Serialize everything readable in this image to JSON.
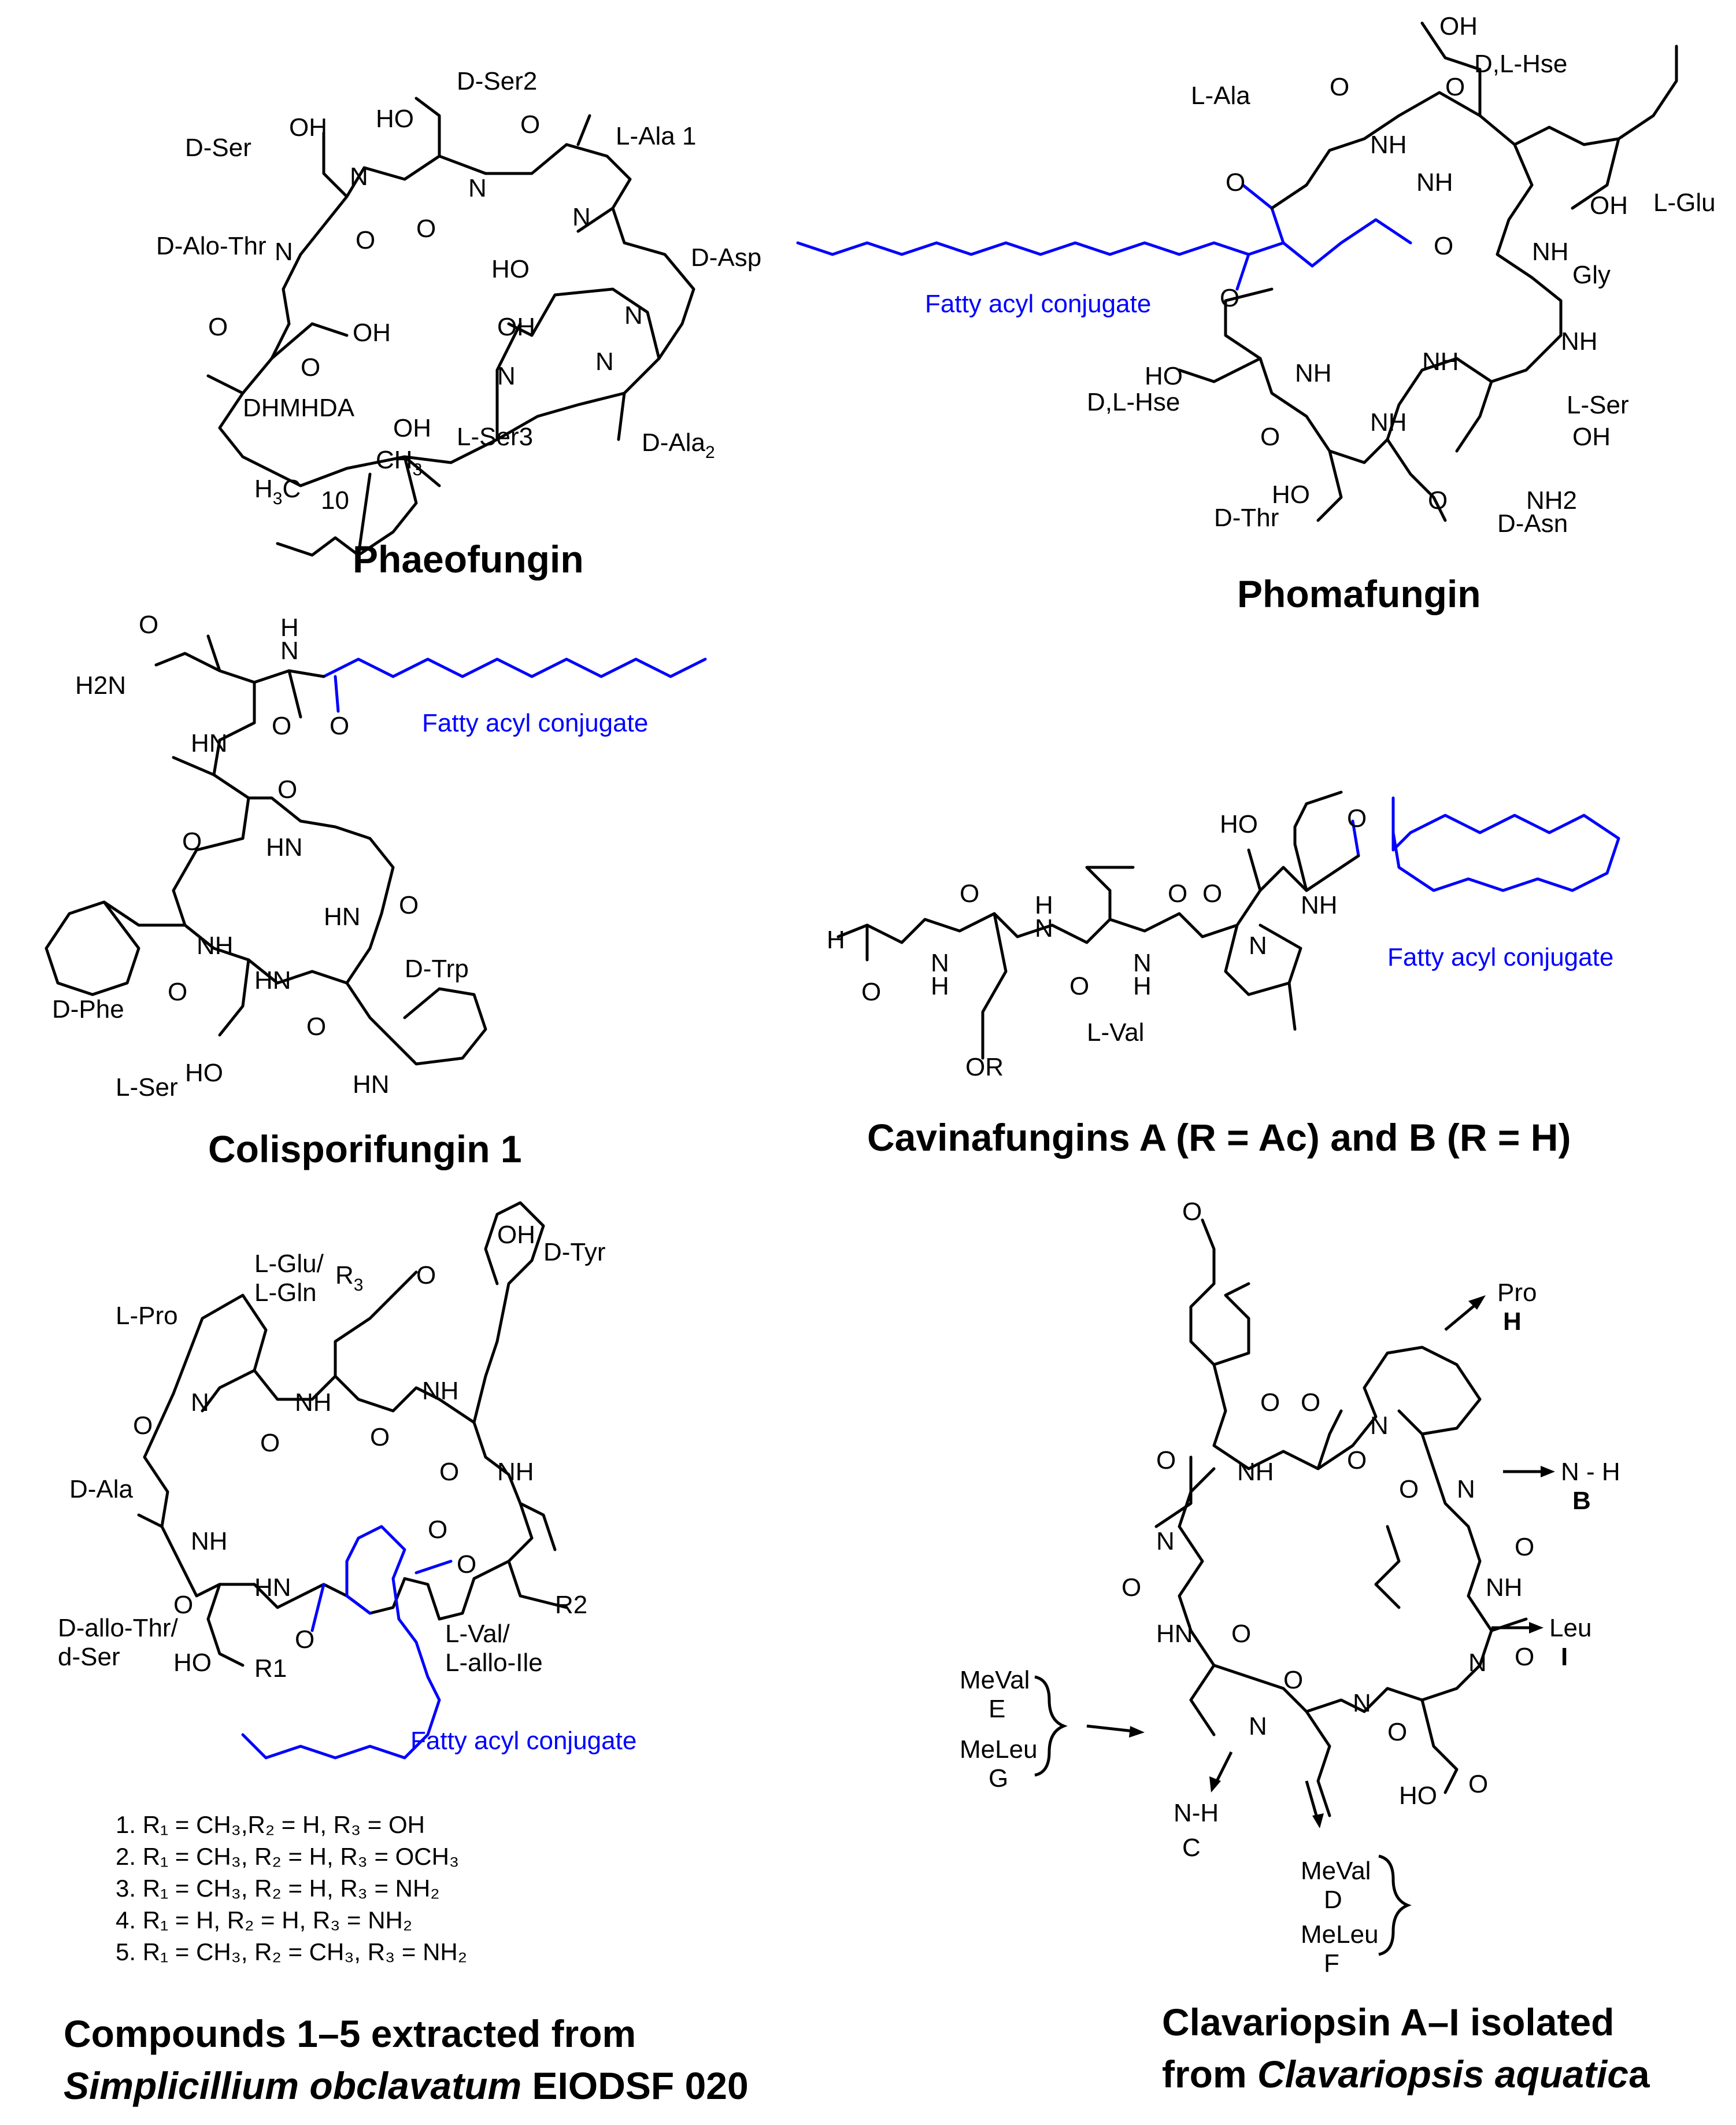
{
  "colors": {
    "fatty_acyl": "#0000ff",
    "bond": "#000000",
    "text": "#000000"
  },
  "panels": {
    "phaeofungin": {
      "title": "Phaeofungin",
      "residues": [
        "D-Ser2",
        "L-Ala 1",
        "D-Ser",
        "D-Alo-Thr",
        "D-Asp",
        "DHMHDA",
        "L-Ser3",
        "D-Ala",
        "2"
      ],
      "atoms": [
        "OH",
        "HO",
        "N",
        "H",
        "O",
        "HO",
        "OH",
        "CH",
        "3",
        "H",
        "C",
        "10"
      ]
    },
    "phomafungin": {
      "title": "Phomafungin",
      "residues": [
        "L-Ala",
        "D,L-Hse",
        "L-Glu",
        "Gly",
        "D,L-Hse",
        "L-Ser",
        "D-Thr",
        "D-Asn"
      ],
      "atoms": [
        "OH",
        "O",
        "N",
        "H",
        "OH",
        "HO",
        "NH",
        "NH2"
      ],
      "fatty_label": "Fatty acyl conjugate"
    },
    "colisporifungin": {
      "title": "Colisporifungin 1",
      "residues": [
        "D-Trp",
        "D-Phe",
        "L-Ser"
      ],
      "atoms": [
        "H",
        "N",
        "H2N",
        "O",
        "HN",
        "HO",
        "NH"
      ],
      "fatty_label": "Fatty acyl conjugate"
    },
    "cavinafungins": {
      "title": "Cavinafungins A (R = Ac) and B (R = H)",
      "residues": [
        "L-Val"
      ],
      "atoms": [
        "HO",
        "O",
        "H",
        "N",
        "NH",
        "OR"
      ],
      "fatty_label": "Fatty acyl conjugate"
    },
    "compounds": {
      "title_line1": "Compounds 1–5 extracted from",
      "title_line2_italic": "Simplicillium obclavatum",
      "title_line2_rest": " EIODSF 020",
      "residues": [
        "OH",
        "D-Tyr",
        "L-Glu/",
        "L-Gln",
        "L-Pro",
        "D-Ala",
        "D-allo-Thr/",
        "d-Ser",
        "L-Val/",
        "L-allo-Ile"
      ],
      "atoms": [
        "R",
        "3",
        "O",
        "N",
        "NH",
        "HN",
        "HO",
        "R1",
        "R2"
      ],
      "fatty_label": "Fatty acyl conjugate",
      "legend": [
        "1.  R₁ = CH₃,R₂ = H, R₃ = OH",
        "2.  R₁ = CH₃, R₂ = H, R₃ = OCH₃",
        "3.  R₁ = CH₃, R₂ = H, R₃ = NH₂",
        "4.  R₁ = H, R₂ = H, R₃ = NH₂",
        "5.  R₁ = CH₃, R₂ = CH₃, R₃ = NH₂"
      ]
    },
    "clavariopsin": {
      "title_line1": "Clavariopsin A–I isolated",
      "title_line2_pre": "from ",
      "title_line2_italic": "Clavariopsis aquatic",
      "title_line2_rest": "a",
      "annotations": {
        "pro": "Pro",
        "h": "H",
        "nh_b": "N - H",
        "b": "B",
        "leu": "Leu",
        "i": "I",
        "meval_e": "MeVal",
        "e": "E",
        "meleu_g": "MeLeu",
        "g": "G",
        "nh_c": "N-H",
        "c": "C",
        "meval_d": "MeVal",
        "d": "D",
        "meleu_f": "MeLeu",
        "f": "F"
      },
      "atoms": [
        "O",
        "N",
        "H",
        "NH",
        "HN",
        "HO"
      ]
    }
  }
}
